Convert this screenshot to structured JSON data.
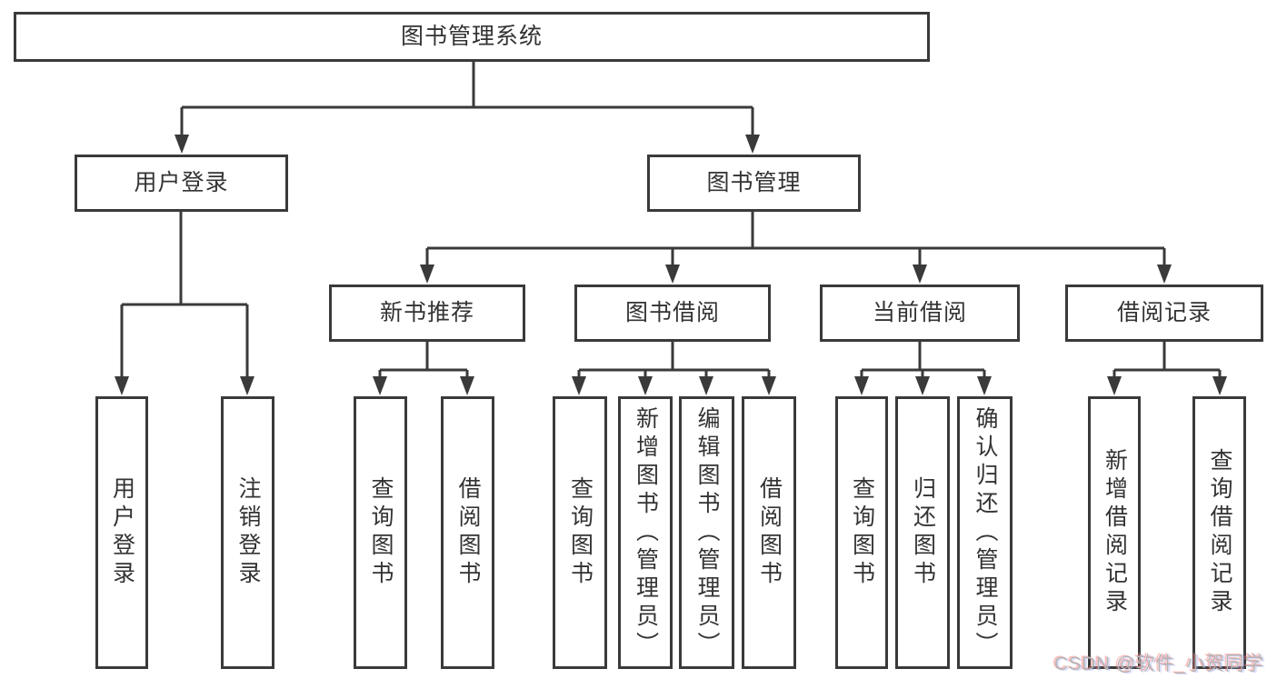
{
  "diagram": {
    "root": {
      "label": "图书管理系统"
    },
    "branches": [
      {
        "label": "用户登录",
        "children": [
          {
            "label": "用户登录"
          },
          {
            "label": "注销登录"
          }
        ]
      },
      {
        "label": "图书管理",
        "children": [
          {
            "label": "新书推荐",
            "children": [
              {
                "label": "查询图书"
              },
              {
                "label": "借阅图书"
              }
            ]
          },
          {
            "label": "图书借阅",
            "children": [
              {
                "label": "查询图书"
              },
              {
                "label": "新增图书（管理员）"
              },
              {
                "label": "编辑图书（管理员）"
              },
              {
                "label": "借阅图书"
              }
            ]
          },
          {
            "label": "当前借阅",
            "children": [
              {
                "label": "查询图书"
              },
              {
                "label": "归还图书"
              },
              {
                "label": "确认归还（管理员）"
              }
            ]
          },
          {
            "label": "借阅记录",
            "children": [
              {
                "label": "新增借阅记录"
              },
              {
                "label": "查询借阅记录"
              }
            ]
          }
        ]
      }
    ]
  },
  "watermark": {
    "text": "CSDN @软件_小贺同学"
  },
  "colors": {
    "line": "#3a3a3a",
    "text": "#333333",
    "background": "#ffffff",
    "watermark_gray": "#b5b5b5"
  }
}
